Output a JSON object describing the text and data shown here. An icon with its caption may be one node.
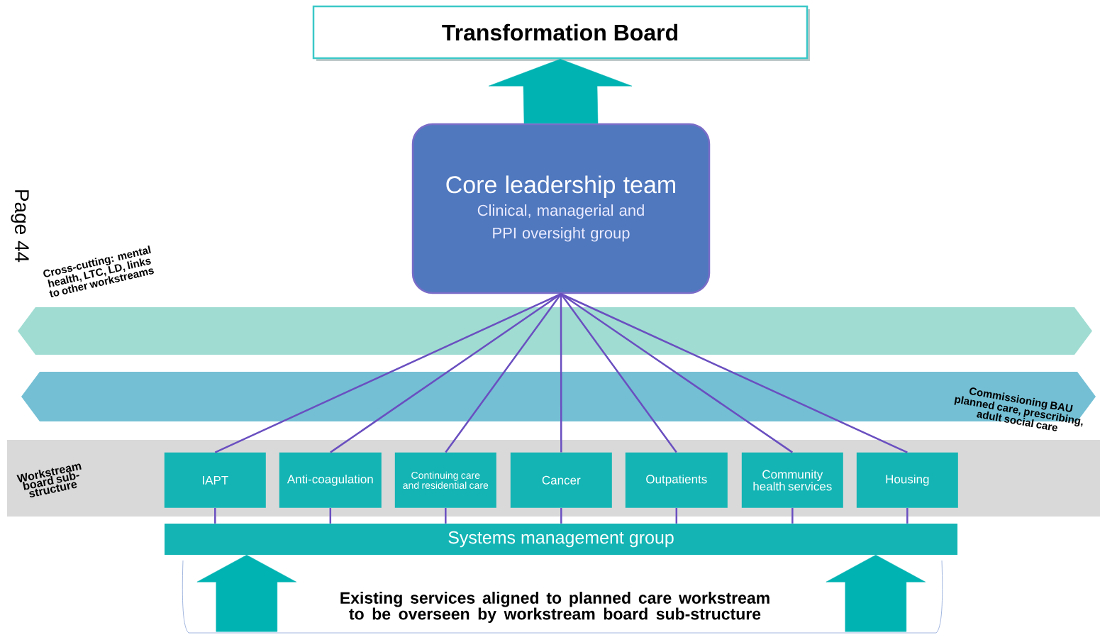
{
  "diagram": {
    "nodes": [
      {
        "text": [
          "Transformation Board"
        ]
      },
      {
        "text": [
          "Core leadership team",
          "Clinical, managerial and PPI oversight group"
        ]
      },
      {
        "text": [
          "Workstream board sub-structure"
        ]
      },
      {
        "text": [
          "IAPT"
        ],
        "in": 2
      },
      {
        "text": [
          "Anti-coagulation"
        ],
        "in": 2
      },
      {
        "text": [
          "Continuing care and residential care"
        ],
        "in": 2
      },
      {
        "text": [
          "Cancer"
        ],
        "in": 2
      },
      {
        "text": [
          "Outpatients"
        ],
        "in": 2
      },
      {
        "text": [
          "Community health services"
        ],
        "in": 2
      },
      {
        "text": [
          "Housing"
        ],
        "in": 2
      },
      {
        "text": [
          "Systems management group"
        ]
      },
      {
        "text": [
          "Existing services aligned to planned care workstream to be overseen by workstream board sub-structure"
        ]
      }
    ],
    "edges": [
      {
        "from": 1,
        "to": 0,
        "arrow": "to",
        "style": "thick",
        "color": "#00b3b3"
      },
      {
        "from": 1,
        "to": 3,
        "arrow": "none"
      },
      {
        "from": 1,
        "to": 4,
        "arrow": "none"
      },
      {
        "from": 1,
        "to": 5,
        "arrow": "none"
      },
      {
        "from": 1,
        "to": 6,
        "arrow": "none"
      },
      {
        "from": 1,
        "to": 7,
        "arrow": "none"
      },
      {
        "from": 1,
        "to": 8,
        "arrow": "none"
      },
      {
        "from": 1,
        "to": 9,
        "arrow": "none"
      },
      {
        "from": 3,
        "to": 10,
        "arrow": "none"
      },
      {
        "from": 4,
        "to": 10,
        "arrow": "none"
      },
      {
        "from": 5,
        "to": 10,
        "arrow": "none"
      },
      {
        "from": 6,
        "to": 10,
        "arrow": "none"
      },
      {
        "from": 7,
        "to": 10,
        "arrow": "none"
      },
      {
        "from": 8,
        "to": 10,
        "arrow": "none"
      },
      {
        "from": 9,
        "to": 10,
        "arrow": "none"
      },
      {
        "from": null,
        "to": 10,
        "arrow": "to",
        "style": "thick",
        "color": "#00b3b3"
      },
      {
        "from": null,
        "to": 10,
        "arrow": "to",
        "style": "thick",
        "color": "#00b3b3"
      }
    ],
    "labels": [
      "Page 44",
      "Cross-cutting: mental health, LTC, LD, links to other workstreams",
      "Commissioning BAU planned care, prescribing, adult social care"
    ]
  }
}
